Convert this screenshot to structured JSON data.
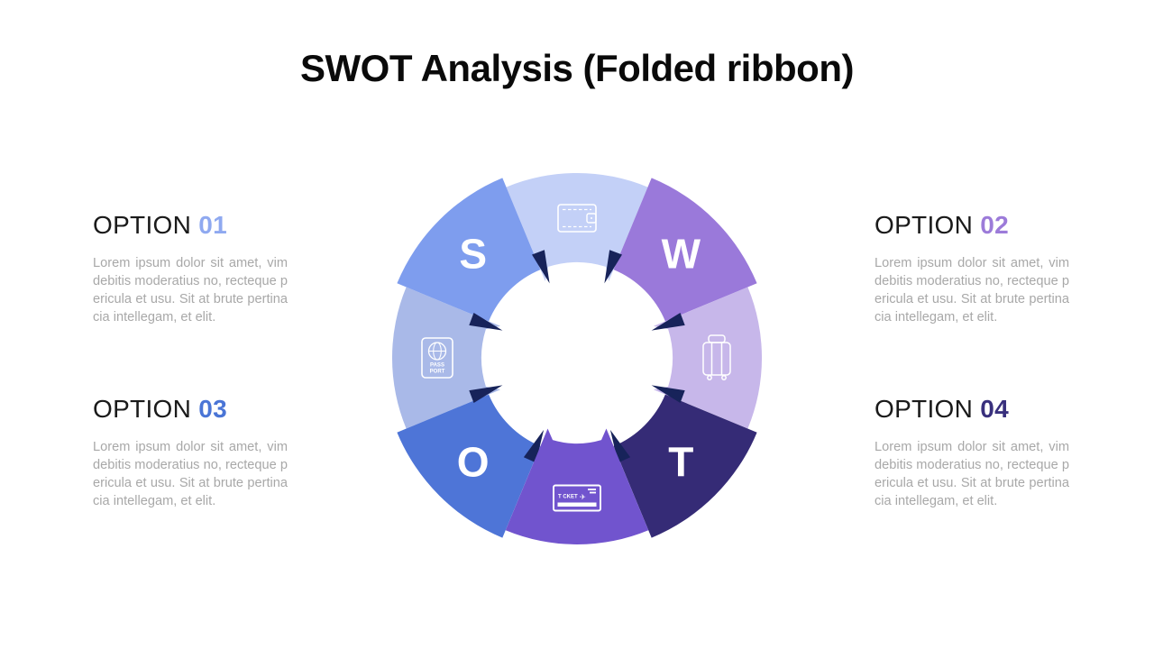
{
  "title": "SWOT Analysis (Folded ribbon)",
  "options": [
    {
      "label": "OPTION",
      "number": "01",
      "number_color": "#8fa9f0",
      "body": "Lorem ipsum dolor sit amet, vim debitis moderatius no, recteque pericula et usu. Sit at brute pertinacia intellegam, et elit."
    },
    {
      "label": "OPTION",
      "number": "02",
      "number_color": "#9c7bd9",
      "body": "Lorem ipsum dolor sit amet, vim debitis moderatius no, recteque pericula et usu. Sit at brute pertinacia intellegam, et elit."
    },
    {
      "label": "OPTION",
      "number": "03",
      "number_color": "#4a75d6",
      "body": "Lorem ipsum dolor sit amet, vim debitis moderatius no, recteque pericula et usu. Sit at brute pertinacia intellegam, et elit."
    },
    {
      "label": "OPTION",
      "number": "04",
      "number_color": "#39307d",
      "body": "Lorem ipsum dolor sit amet, vim debitis moderatius no, recteque pericula et usu. Sit at brute pertinacia intellegam, et elit."
    }
  ],
  "diagram": {
    "letters": [
      {
        "label": "S",
        "angle": -45,
        "color": "#7e9dee"
      },
      {
        "label": "W",
        "angle": 45,
        "color": "#9a79da"
      },
      {
        "label": "T",
        "angle": 135,
        "color": "#352b76"
      },
      {
        "label": "O",
        "angle": 225,
        "color": "#4e75d7"
      }
    ],
    "icons": [
      {
        "name": "wallet-icon",
        "angle": 0,
        "color": "#c3d0f7",
        "on_top": false
      },
      {
        "name": "luggage-icon",
        "angle": 90,
        "color": "#c7b7ea",
        "on_top": false
      },
      {
        "name": "ticket-icon",
        "angle": 180,
        "color": "#7154ce",
        "on_top": true
      },
      {
        "name": "passport-icon",
        "angle": 270,
        "color": "#a9b9e8",
        "on_top": false
      }
    ],
    "icon_texts": {
      "ticket": "T CKET",
      "plane": "✈",
      "passport_line1": "PASS",
      "passport_line2": "PORT"
    },
    "fold_color": "#17235a",
    "letter_text_color": "#ffffff"
  }
}
